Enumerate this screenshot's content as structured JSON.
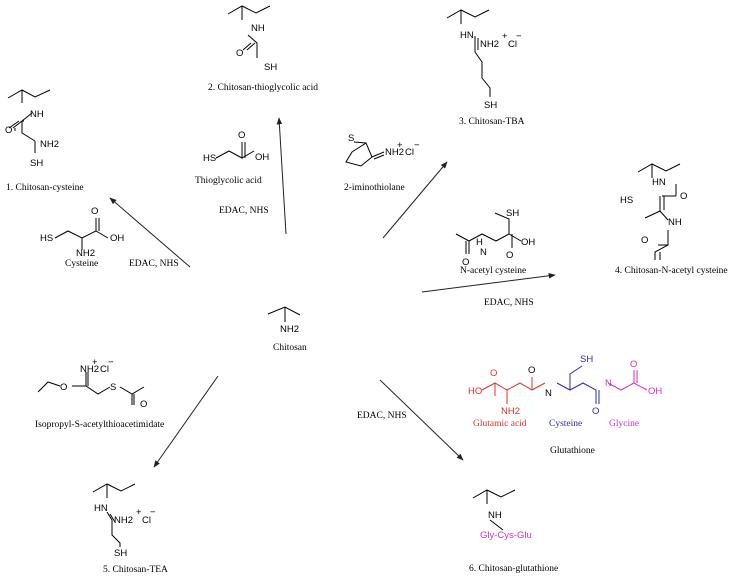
{
  "center": {
    "label": "Chitosan",
    "amine": "NH2"
  },
  "products": [
    {
      "label": "1. Chitosan-cysteine"
    },
    {
      "label": "2. Chitosan-thioglycolic acid"
    },
    {
      "label": "3. Chitosan-TBA"
    },
    {
      "label": "4. Chitosan-N-acetyl cysteine"
    },
    {
      "label": "5. Chitosan-TEA"
    },
    {
      "label": "6. Chitosan-glutathione"
    }
  ],
  "reagents": {
    "cysteine": "Cysteine",
    "thioglycolic": "Thioglycolic acid",
    "iminothiolane": "2-iminothiolane",
    "nac": "N-acetyl cysteine",
    "isopropyl": "Isopropyl-S-acetylthioacetimidate",
    "glutathione": "Glutathione",
    "glutamic": "Glutamic acid",
    "cys_part": "Cysteine",
    "glycine": "Glycine"
  },
  "conditions": {
    "c1": "EDAC, NHS",
    "c2": "EDAC, NHS",
    "c3": "EDAC, NHS",
    "c4": "EDAC, NHS"
  },
  "atoms": {
    "nh": "NH",
    "hn": "HN",
    "o": "O",
    "sh": "SH",
    "hs": "HS",
    "nh2": "NH2",
    "oh": "OH",
    "ho": "HO",
    "s": "S",
    "n": "N",
    "h": "H",
    "cl": "Cl",
    "plus": "+",
    "minus": "−",
    "gly_cys_glu": "Gly-Cys-Glu"
  },
  "colors": {
    "glutamic": "#e0302c",
    "cysteine": "#2a2bb0",
    "glycine": "#d430c6"
  }
}
